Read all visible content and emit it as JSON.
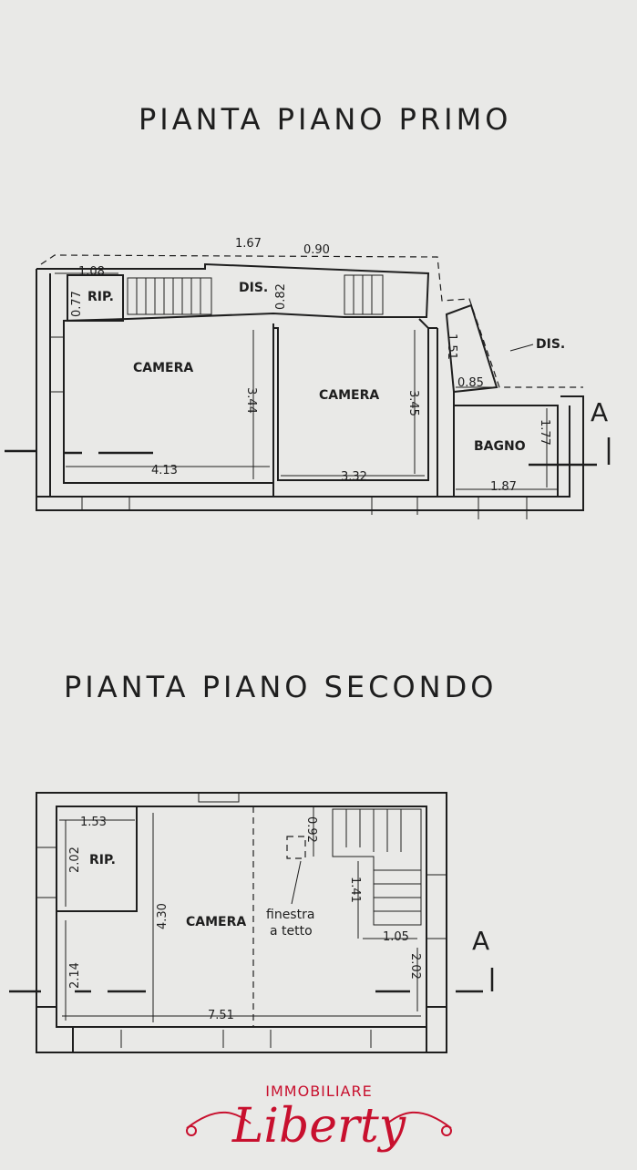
{
  "titles": {
    "first_floor": "PIANTA PIANO PRIMO",
    "second_floor": "PIANTA PIANO SECONDO"
  },
  "first_floor": {
    "rooms": {
      "storage": "RIP.",
      "hall": "DIS.",
      "bedroom_left": "CAMERA",
      "bedroom_right": "CAMERA",
      "hall_right": "DIS.",
      "bathroom": "BAGNO"
    },
    "dimensions": {
      "top_1": "1.67",
      "top_2": "0.90",
      "storage_width": "1.08",
      "storage_depth": "0.77",
      "hall_depth": "0.82",
      "bedroom_left_width": "4.13",
      "bedroom_left_depth": "3.44",
      "bedroom_right_width": "3.32",
      "bedroom_right_depth": "3.45",
      "hall_right_depth": "1.51",
      "hall_right_width": "0.85",
      "bathroom_depth": "1.77",
      "bathroom_width": "1.87"
    },
    "section_mark": "A"
  },
  "second_floor": {
    "rooms": {
      "storage": "RIP.",
      "bedroom": "CAMERA"
    },
    "notes": {
      "skylight_line1": "finestra",
      "skylight_line2": "a tetto"
    },
    "dimensions": {
      "storage_width": "1.53",
      "storage_depth": "2.02",
      "lower_left": "2.14",
      "room_depth": "4.30",
      "skylight": "0.92",
      "stair_depth": "1.41",
      "stair_width": "1.05",
      "right_lower": "2.02",
      "total_width": "7.51"
    },
    "section_mark": "A"
  },
  "brand": {
    "top": "IMMOBILIARE",
    "name": "Liberty",
    "color": "#c8102e"
  }
}
